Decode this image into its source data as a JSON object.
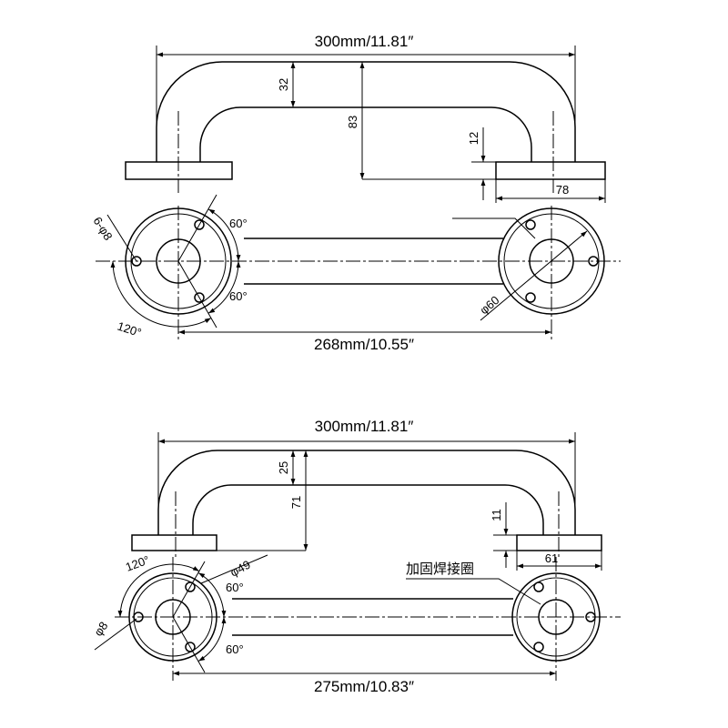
{
  "top_bar": {
    "side_view": {
      "overall_width": "300mm/11.81″",
      "bar_drop": "32",
      "overall_height": "83",
      "flange_thickness": "12",
      "flange_width": "78"
    },
    "plan_view": {
      "mounting_holes": "6-φ8",
      "upper_hole_angle": "60°",
      "lower_hole_angle": "60°",
      "hole_spacing_angle": "120°",
      "flange_diameter": "φ60",
      "center_distance": "268mm/10.55″"
    }
  },
  "bottom_bar": {
    "side_view": {
      "overall_width": "300mm/11.81″",
      "bar_drop": "25",
      "overall_height": "71",
      "flange_thickness": "11",
      "flange_width": "61",
      "weld_ring_note": "加固焊接圈"
    },
    "plan_view": {
      "hole_spacing_angle": "120°",
      "flange_diameter": "φ49",
      "upper_hole_angle": "60°",
      "lower_hole_angle": "60°",
      "hole_diameter": "φ8",
      "center_distance": "275mm/10.83″"
    }
  }
}
